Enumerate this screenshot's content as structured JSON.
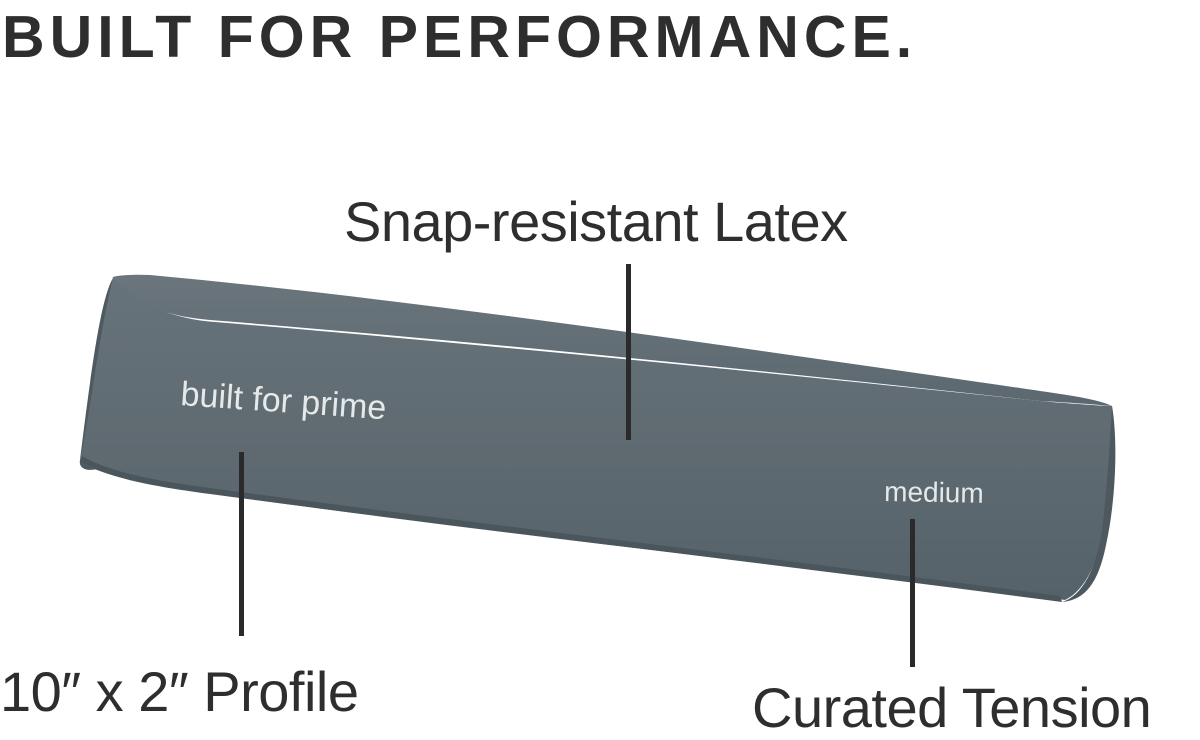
{
  "header": {
    "title": "BUILT FOR PERFORMANCE."
  },
  "band": {
    "brand_text": "built for prime",
    "level_text": "medium",
    "color": "#5f6b70",
    "text_color": "#e6e9ea"
  },
  "callouts": {
    "latex": "Snap-resistant Latex",
    "profile": "10″ x 2″ Profile",
    "tension": "Curated Tension"
  }
}
